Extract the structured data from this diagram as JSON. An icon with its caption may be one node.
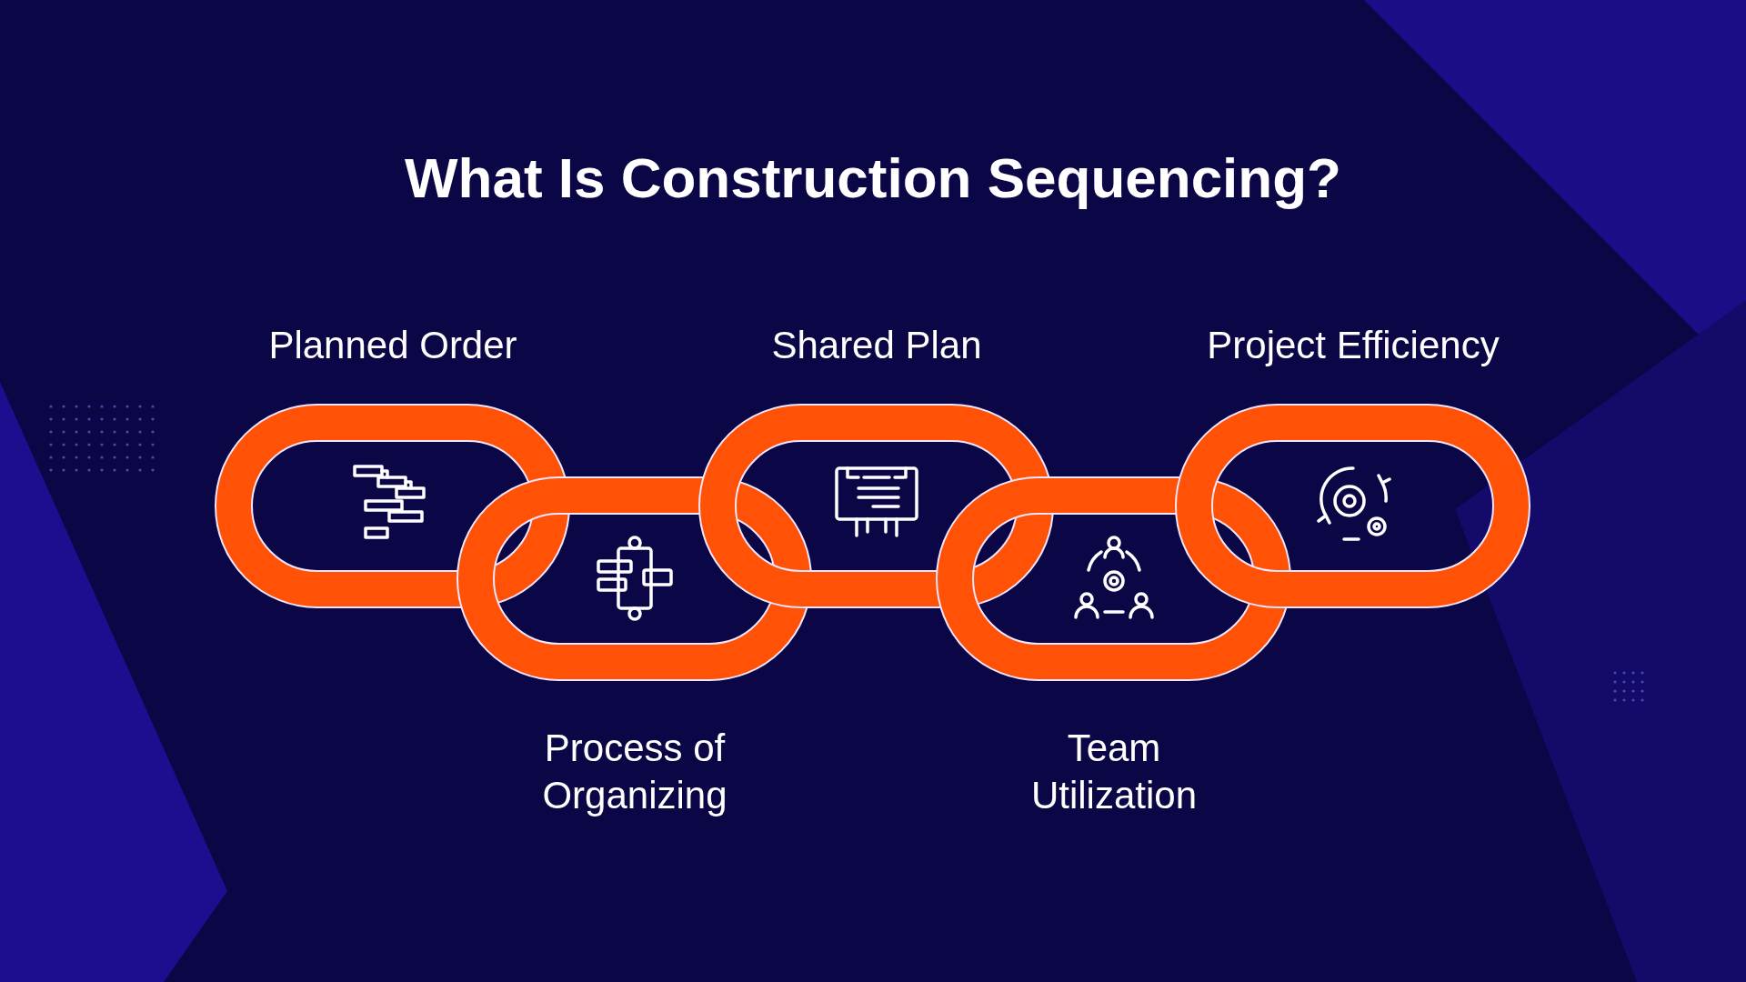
{
  "diagram": {
    "title": "What Is Construction Sequencing?",
    "nodes": [
      {
        "text": [
          "Planned Order"
        ]
      },
      {
        "text": [
          "Process of Organizing"
        ]
      },
      {
        "text": [
          "Shared Plan"
        ]
      },
      {
        "text": [
          "Team Utilization"
        ]
      },
      {
        "text": [
          "Project Efficiency"
        ]
      }
    ],
    "edges": []
  }
}
